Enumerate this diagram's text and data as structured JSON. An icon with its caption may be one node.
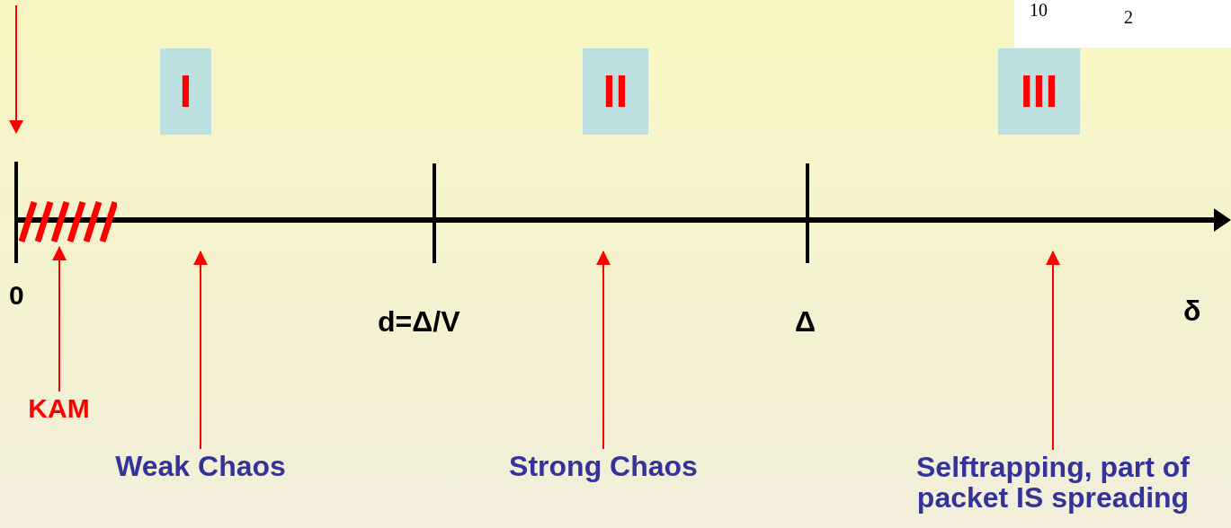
{
  "diagram": {
    "nodes": [
      {
        "text": [
          "I"
        ]
      },
      {
        "text": [
          "II"
        ]
      },
      {
        "text": [
          "III"
        ]
      },
      {
        "text": [],
        "shape": "bar"
      },
      {
        "text": [
          "KAM"
        ]
      },
      {
        "text": [
          "Weak Chaos"
        ]
      },
      {
        "text": [
          "Strong Chaos"
        ]
      },
      {
        "text": [
          "Selftrapping, part of packet IS spreading"
        ]
      }
    ],
    "edges": [
      {
        "from": 4,
        "to": 3,
        "arrow": "to"
      },
      {
        "from": 5,
        "to": null,
        "arrow": "to"
      },
      {
        "from": 6,
        "to": null,
        "arrow": "to"
      },
      {
        "from": 7,
        "to": null,
        "arrow": "to"
      }
    ],
    "labels": [
      "10",
      "2",
      "0",
      "d=Δ/V",
      "Δ",
      "δ"
    ]
  }
}
